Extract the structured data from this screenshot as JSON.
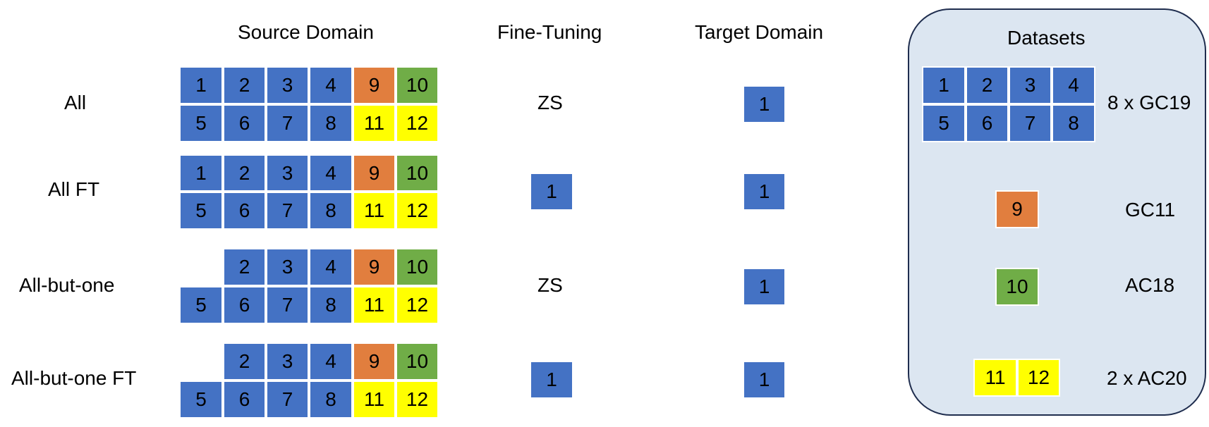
{
  "headers": {
    "source": "Source Domain",
    "finetuning": "Fine-Tuning",
    "target": "Target Domain",
    "datasets": "Datasets"
  },
  "rows": [
    {
      "label": "All",
      "finetuning": "ZS",
      "finetune_domain": "",
      "target_domain": "1",
      "top": [
        "1",
        "2",
        "3",
        "4",
        "9",
        "10"
      ],
      "bottom": [
        "5",
        "6",
        "7",
        "8",
        "11",
        "12"
      ]
    },
    {
      "label": "All FT",
      "finetuning": "",
      "finetune_domain": "1",
      "target_domain": "1",
      "top": [
        "1",
        "2",
        "3",
        "4",
        "9",
        "10"
      ],
      "bottom": [
        "5",
        "6",
        "7",
        "8",
        "11",
        "12"
      ]
    },
    {
      "label": "All-but-one",
      "finetuning": "ZS",
      "finetune_domain": "",
      "target_domain": "1",
      "top": [
        "2",
        "3",
        "4",
        "9",
        "10"
      ],
      "bottom": [
        "5",
        "6",
        "7",
        "8",
        "11",
        "12"
      ]
    },
    {
      "label": "All-but-one FT",
      "finetuning": "",
      "finetune_domain": "1",
      "target_domain": "1",
      "top": [
        "2",
        "3",
        "4",
        "9",
        "10"
      ],
      "bottom": [
        "5",
        "6",
        "7",
        "8",
        "11",
        "12"
      ]
    }
  ],
  "datasets": [
    {
      "name": "8 x GC19",
      "cells": [
        "1",
        "2",
        "3",
        "4",
        "5",
        "6",
        "7",
        "8"
      ],
      "color": "#4472c4"
    },
    {
      "name": "GC11",
      "cells": [
        "9"
      ],
      "color": "#e17e3e"
    },
    {
      "name": "AC18",
      "cells": [
        "10"
      ],
      "color": "#70ad47"
    },
    {
      "name": "2 x AC20",
      "cells": [
        "11",
        "12"
      ],
      "color": "#ffff00"
    }
  ],
  "colors": {
    "blue": "#4472c4",
    "orange": "#e17e3e",
    "green": "#70ad47",
    "yellow": "#ffff00",
    "panel": "#dce6f1"
  }
}
